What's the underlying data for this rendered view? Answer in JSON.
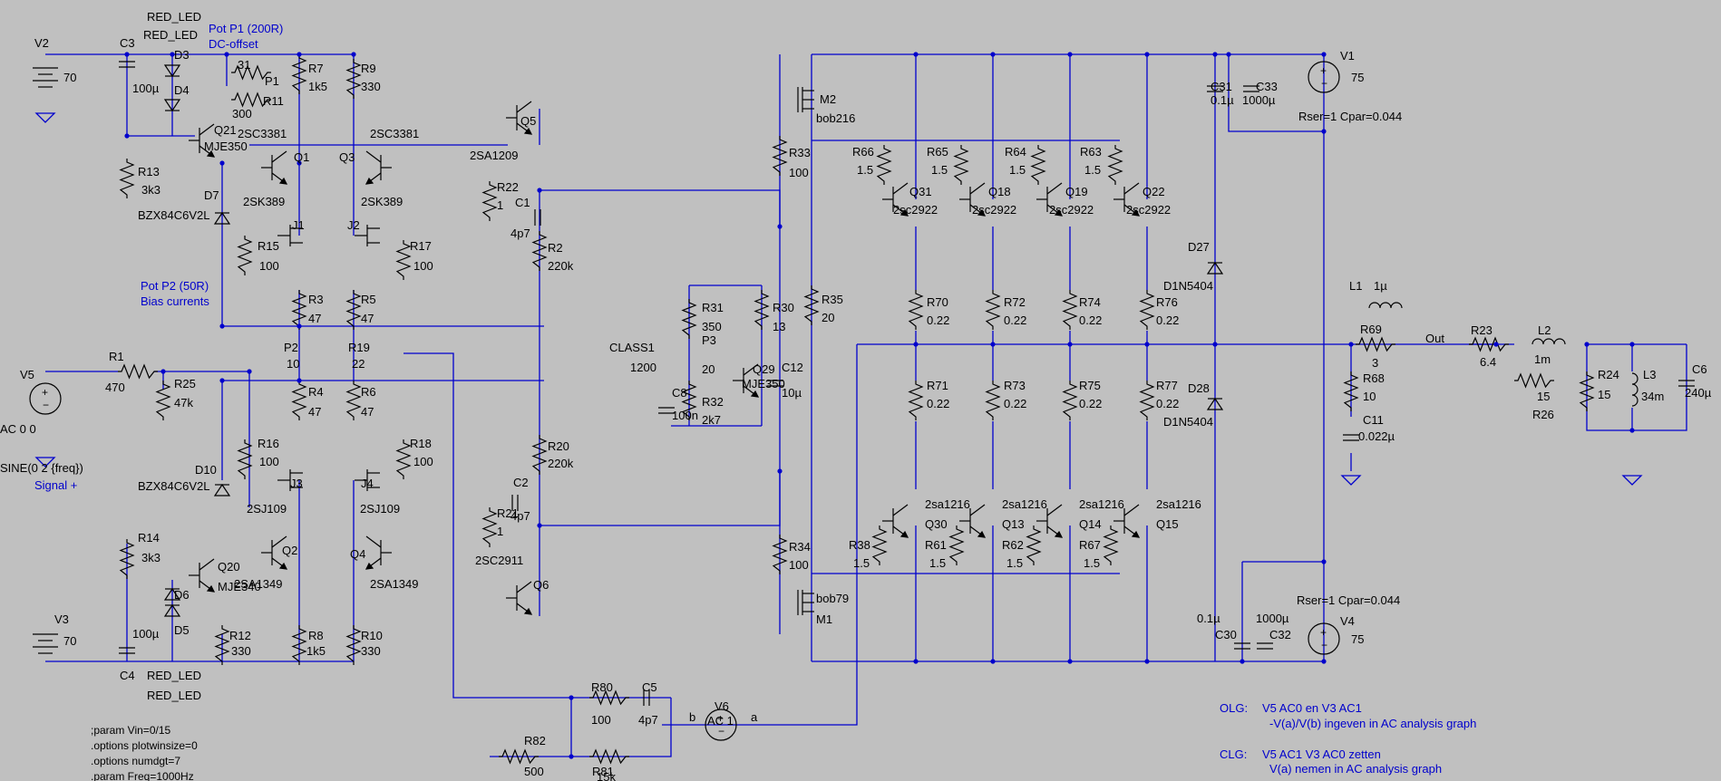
{
  "components": {
    "sources": [
      {
        "ref": "V1",
        "value": "75",
        "extra": "Rser=1 Cpar=0.044"
      },
      {
        "ref": "V2",
        "value": "70"
      },
      {
        "ref": "V3",
        "value": "70"
      },
      {
        "ref": "V4",
        "value": "75",
        "extra": "Rser=1 Cpar=0.044"
      },
      {
        "ref": "V5",
        "value": "AC 0 0",
        "extra": "SINE(0 2 {freq})"
      },
      {
        "ref": "V6",
        "value": "AC 1"
      }
    ],
    "resistors": [
      {
        "ref": "R1",
        "value": "470"
      },
      {
        "ref": "R2",
        "value": "220k"
      },
      {
        "ref": "R3",
        "value": "47"
      },
      {
        "ref": "R4",
        "value": "47"
      },
      {
        "ref": "R5",
        "value": "47"
      },
      {
        "ref": "R6",
        "value": "47"
      },
      {
        "ref": "R7",
        "value": "1k5"
      },
      {
        "ref": "R8",
        "value": "1k5"
      },
      {
        "ref": "R9",
        "value": "330"
      },
      {
        "ref": "R10",
        "value": "330"
      },
      {
        "ref": "R11",
        "value": "300"
      },
      {
        "ref": "R12",
        "value": "330"
      },
      {
        "ref": "R13",
        "value": "3k3"
      },
      {
        "ref": "R14",
        "value": "3k3"
      },
      {
        "ref": "R15",
        "value": "100"
      },
      {
        "ref": "R16",
        "value": "100"
      },
      {
        "ref": "R17",
        "value": "100"
      },
      {
        "ref": "R18",
        "value": "100"
      },
      {
        "ref": "R19",
        "value": "22"
      },
      {
        "ref": "R20",
        "value": "220k"
      },
      {
        "ref": "R21",
        "value": "1"
      },
      {
        "ref": "R22",
        "value": "1"
      },
      {
        "ref": "R23",
        "value": "6.4"
      },
      {
        "ref": "R24",
        "value": "15"
      },
      {
        "ref": "R25",
        "value": "47k"
      },
      {
        "ref": "R26",
        "value": "15"
      },
      {
        "ref": "R30",
        "value": "13"
      },
      {
        "ref": "R31",
        "value": "350"
      },
      {
        "ref": "R32",
        "value": "2k7"
      },
      {
        "ref": "R33",
        "value": "100"
      },
      {
        "ref": "R34",
        "value": "100"
      },
      {
        "ref": "R35",
        "value": "20"
      },
      {
        "ref": "R38",
        "value": "1.5"
      },
      {
        "ref": "R61",
        "value": "1.5"
      },
      {
        "ref": "R62",
        "value": "1.5"
      },
      {
        "ref": "R63",
        "value": "1.5"
      },
      {
        "ref": "R64",
        "value": "1.5"
      },
      {
        "ref": "R65",
        "value": "1.5"
      },
      {
        "ref": "R66",
        "value": "1.5"
      },
      {
        "ref": "R67",
        "value": "1.5"
      },
      {
        "ref": "R68",
        "value": "10"
      },
      {
        "ref": "R69",
        "value": "3"
      },
      {
        "ref": "R70",
        "value": "0.22"
      },
      {
        "ref": "R71",
        "value": "0.22"
      },
      {
        "ref": "R72",
        "value": "0.22"
      },
      {
        "ref": "R73",
        "value": "0.22"
      },
      {
        "ref": "R74",
        "value": "0.22"
      },
      {
        "ref": "R75",
        "value": "0.22"
      },
      {
        "ref": "R76",
        "value": "0.22"
      },
      {
        "ref": "R77",
        "value": "0.22"
      },
      {
        "ref": "R80",
        "value": "100"
      },
      {
        "ref": "R81",
        "value": "15k"
      },
      {
        "ref": "R82",
        "value": "500"
      }
    ],
    "pots": [
      {
        "ref": "P1",
        "value": "31"
      },
      {
        "ref": "P2",
        "value": "10"
      },
      {
        "ref": "P3",
        "value": "20"
      }
    ],
    "capacitors": [
      {
        "ref": "C1",
        "value": "4p7"
      },
      {
        "ref": "C2",
        "value": "4p7"
      },
      {
        "ref": "C3",
        "value": "100µ"
      },
      {
        "ref": "C4",
        "value": "100µ"
      },
      {
        "ref": "C5",
        "value": "4p7"
      },
      {
        "ref": "C6",
        "value": "240µ"
      },
      {
        "ref": "C8",
        "value": "100n"
      },
      {
        "ref": "C11",
        "value": "0.022µ"
      },
      {
        "ref": "C12",
        "value": "10µ"
      },
      {
        "ref": "C30",
        "value": "0.1µ"
      },
      {
        "ref": "C31",
        "value": "0.1µ"
      },
      {
        "ref": "C32",
        "value": "1000µ"
      },
      {
        "ref": "C33",
        "value": "1000µ"
      }
    ],
    "inductors": [
      {
        "ref": "L1",
        "value": "1µ"
      },
      {
        "ref": "L2",
        "value": "1m"
      },
      {
        "ref": "L3",
        "value": "34m"
      }
    ],
    "diodes": [
      {
        "ref": "D3",
        "value": "RED_LED"
      },
      {
        "ref": "D4",
        "value": "RED_LED"
      },
      {
        "ref": "D5",
        "value": "RED_LED"
      },
      {
        "ref": "D6",
        "value": "RED_LED"
      },
      {
        "ref": "D7",
        "value": "BZX84C6V2L"
      },
      {
        "ref": "D10",
        "value": "BZX84C6V2L"
      },
      {
        "ref": "D27",
        "value": "D1N5404"
      },
      {
        "ref": "D28",
        "value": "D1N5404"
      }
    ],
    "transistors": [
      {
        "ref": "Q1",
        "value": "2SC3381"
      },
      {
        "ref": "Q2",
        "value": "2SA1349"
      },
      {
        "ref": "Q3",
        "value": "2SC3381"
      },
      {
        "ref": "Q4",
        "value": "2SA1349"
      },
      {
        "ref": "Q5",
        "value": "2SA1209"
      },
      {
        "ref": "Q6",
        "value": "2SC2911"
      },
      {
        "ref": "Q13",
        "value": "2sa1216"
      },
      {
        "ref": "Q14",
        "value": "2sa1216"
      },
      {
        "ref": "Q15",
        "value": "2sa1216"
      },
      {
        "ref": "Q18",
        "value": "2sc2922"
      },
      {
        "ref": "Q19",
        "value": "2sc2922"
      },
      {
        "ref": "Q20",
        "value": "MJE340"
      },
      {
        "ref": "Q21",
        "value": "MJE350"
      },
      {
        "ref": "Q22",
        "value": "2sc2922"
      },
      {
        "ref": "Q29",
        "value": "MJE350"
      },
      {
        "ref": "Q30",
        "value": "2sa1216"
      },
      {
        "ref": "Q31",
        "value": "2sc2922"
      },
      {
        "ref": "J1",
        "value": "2SK389"
      },
      {
        "ref": "J2",
        "value": "2SK389"
      },
      {
        "ref": "J3",
        "value": "2SJ109"
      },
      {
        "ref": "J4",
        "value": "2SJ109"
      },
      {
        "ref": "M1",
        "value": "bob79"
      },
      {
        "ref": "M2",
        "value": "bob216"
      }
    ]
  },
  "labels": {
    "pot1_title": "Pot P1 (200R)",
    "pot1_sub": "DC-offset",
    "pot2_title": "Pot P2 (50R)",
    "pot2_sub": "Bias currents",
    "signal": "Signal +",
    "class1": "CLASS1",
    "class1_value": "1200",
    "out": "Out",
    "node_a": "a",
    "node_b": "b"
  },
  "directives": [
    ";param Vin=0/15",
    ".options plotwinsize=0",
    ".options numdgt=7",
    ".param Freq=1000Hz"
  ],
  "notes": {
    "olg_title": "OLG:",
    "olg_line1": "V5 AC0 en V3 AC1",
    "olg_line2": "-V(a)/V(b) ingeven in AC analysis graph",
    "clg_title": "CLG:",
    "clg_line1": "V5 AC1 V3 AC0 zetten",
    "clg_line2": "V(a) nemen in AC analysis graph"
  },
  "colors": {
    "background": "#c0c0c0",
    "wire": "#0000cc",
    "component": "#000000",
    "annotation": "#0000cc"
  }
}
